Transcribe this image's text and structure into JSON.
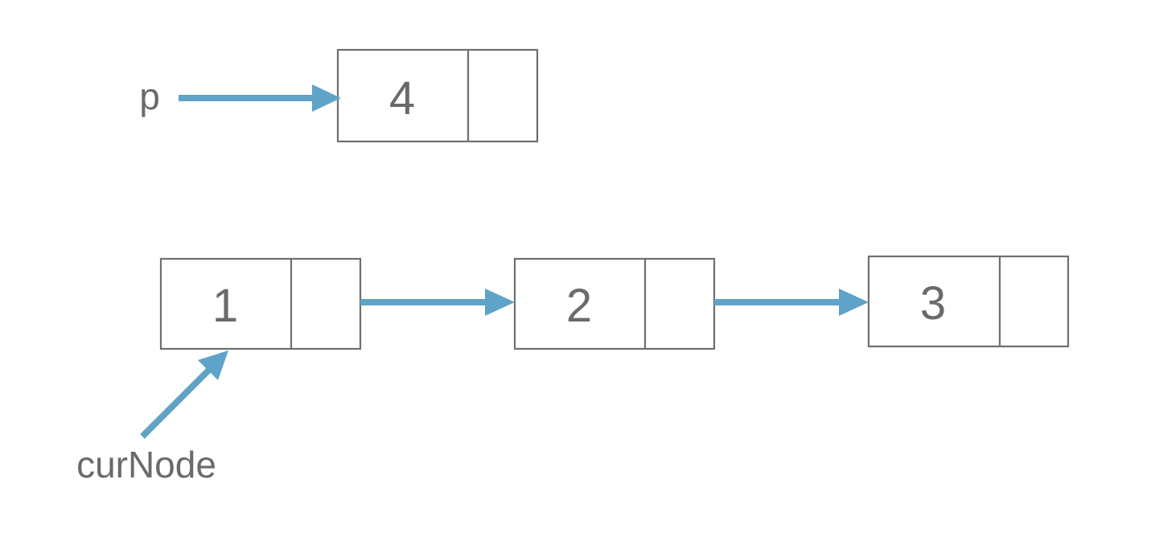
{
  "colors": {
    "arrow": "#5fa3c8",
    "box_stroke": "#6f6f6f",
    "text": "#6a6a6a",
    "background": "#ffffff"
  },
  "pointers": {
    "p_label": "p",
    "curnode_label": "curNode"
  },
  "nodes": [
    {
      "value": "4"
    },
    {
      "value": "1"
    },
    {
      "value": "2"
    },
    {
      "value": "3"
    }
  ]
}
